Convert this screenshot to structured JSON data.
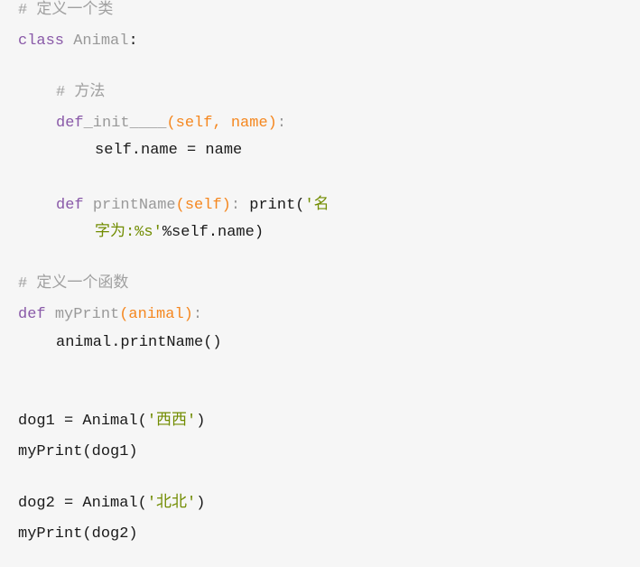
{
  "code_block": {
    "language": "python",
    "lines": [
      {
        "indent": 0,
        "tokens": [
          {
            "t": "comment",
            "v": "# 定义一个类"
          }
        ]
      },
      {
        "indent": 0,
        "tokens": [
          {
            "t": "keyword",
            "v": "class"
          },
          {
            "t": "plain",
            "v": " "
          },
          {
            "t": "name",
            "v": "Animal"
          },
          {
            "t": "plain",
            "v": ":"
          }
        ]
      },
      {
        "indent": 4,
        "tokens": [
          {
            "t": "comment",
            "v": "# 方法"
          }
        ]
      },
      {
        "indent": 4,
        "tokens": [
          {
            "t": "keyword",
            "v": "def"
          },
          {
            "t": "name",
            "v": "_init____"
          },
          {
            "t": "param",
            "v": "(self, name)"
          },
          {
            "t": "name",
            "v": ":"
          }
        ]
      },
      {
        "indent": 8,
        "tokens": [
          {
            "t": "plain",
            "v": "self.name = name"
          }
        ]
      },
      {
        "indent": 4,
        "tokens": [
          {
            "t": "keyword",
            "v": "def"
          },
          {
            "t": "plain",
            "v": " "
          },
          {
            "t": "name",
            "v": "printName"
          },
          {
            "t": "param",
            "v": "(self)"
          },
          {
            "t": "name",
            "v": ":"
          },
          {
            "t": "plain",
            "v": " print("
          },
          {
            "t": "string",
            "v": "'名"
          }
        ]
      },
      {
        "indent": 8,
        "tokens": [
          {
            "t": "string",
            "v": "字为:%s'"
          },
          {
            "t": "plain",
            "v": "%self.name)"
          }
        ]
      },
      {
        "indent": 0,
        "tokens": [
          {
            "t": "comment",
            "v": "# 定义一个函数"
          }
        ]
      },
      {
        "indent": 0,
        "tokens": [
          {
            "t": "keyword",
            "v": "def"
          },
          {
            "t": "plain",
            "v": " "
          },
          {
            "t": "name",
            "v": "myPrint"
          },
          {
            "t": "param",
            "v": "(animal)"
          },
          {
            "t": "name",
            "v": ":"
          }
        ]
      },
      {
        "indent": 4,
        "tokens": [
          {
            "t": "plain",
            "v": "animal.printName()"
          }
        ]
      },
      {
        "indent": 0,
        "tokens": [
          {
            "t": "plain",
            "v": "dog1 = Animal("
          },
          {
            "t": "string",
            "v": "'西西'"
          },
          {
            "t": "plain",
            "v": ")"
          }
        ]
      },
      {
        "indent": 0,
        "tokens": [
          {
            "t": "plain",
            "v": "myPrint(dog1)"
          }
        ]
      },
      {
        "indent": 0,
        "tokens": [
          {
            "t": "plain",
            "v": "dog2 = Animal("
          },
          {
            "t": "string",
            "v": "'北北'"
          },
          {
            "t": "plain",
            "v": ")"
          }
        ]
      },
      {
        "indent": 0,
        "tokens": [
          {
            "t": "plain",
            "v": "myPrint(dog2)"
          }
        ]
      }
    ]
  }
}
